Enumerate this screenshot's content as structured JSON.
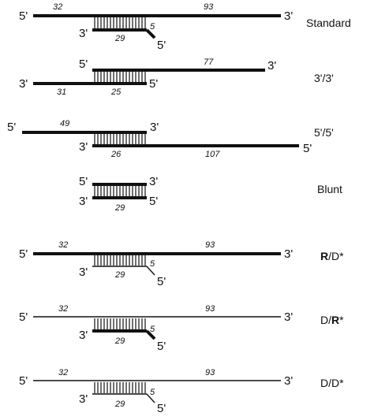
{
  "constructs": [
    {
      "name": "Standard",
      "top": {
        "left_end": "5'",
        "right_end": "3'",
        "left_num": "32",
        "right_num": "93"
      },
      "bottom": {
        "left_end": "3'",
        "num": "29",
        "tail_num": "5",
        "right_end": "5'"
      }
    },
    {
      "name": "3'/3'",
      "top": {
        "left_end": "5'",
        "right_end": "3'",
        "num": "77"
      },
      "bottom": {
        "left_end": "3'",
        "right_end": "5'",
        "left_num": "31",
        "right_num": "25"
      }
    },
    {
      "name": "5'/5'",
      "top": {
        "left_end": "5'",
        "right_end": "3'",
        "num": "49"
      },
      "bottom": {
        "left_end": "3'",
        "right_end": "5'",
        "left_num": "26",
        "right_num": "107"
      }
    },
    {
      "name": "Blunt",
      "top": {
        "left_end": "5'",
        "right_end": "3'"
      },
      "bottom": {
        "left_end": "3'",
        "right_end": "5'",
        "num": "29"
      }
    },
    {
      "name_parts": [
        "R",
        "/D*"
      ],
      "top": {
        "left_end": "5'",
        "right_end": "3'",
        "left_num": "32",
        "right_num": "93"
      },
      "bottom": {
        "left_end": "3'",
        "num": "29",
        "tail_num": "5",
        "right_end": "5'"
      }
    },
    {
      "name_parts": [
        "D/",
        "R",
        "*"
      ],
      "top": {
        "left_end": "5'",
        "right_end": "3'",
        "left_num": "32",
        "right_num": "93"
      },
      "bottom": {
        "left_end": "3'",
        "num": "29",
        "tail_num": "5",
        "right_end": "5'"
      }
    },
    {
      "name": "D/D*",
      "top": {
        "left_end": "5'",
        "right_end": "3'",
        "left_num": "32",
        "right_num": "93"
      },
      "bottom": {
        "left_end": "3'",
        "num": "29",
        "tail_num": "5",
        "right_end": "5'"
      }
    }
  ]
}
